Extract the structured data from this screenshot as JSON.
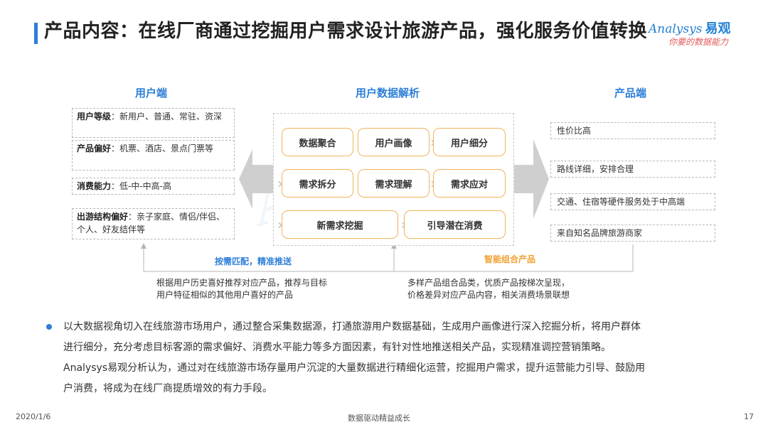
{
  "header": {
    "title": "产品内容：在线厂商通过挖掘用户需求设计旅游产品，强化服务价值转换",
    "brand": "Analysys",
    "brand_cn": "易观",
    "slogan": "你要的数据能力"
  },
  "columns": {
    "left_title": "用户端",
    "middle_title": "用户数据解析",
    "right_title": "产品端"
  },
  "user_side": [
    {
      "label": "用户等级",
      "text": "：新用户、普通、常驻、资深"
    },
    {
      "label": "产品偏好",
      "text": "：机票、酒店、景点门票等"
    },
    {
      "label": "消费能力",
      "text": "：低-中-中高-高"
    },
    {
      "label": "出游结构偏好",
      "text": "：亲子家庭、情侣/伴侣、个人、好友结伴等"
    }
  ],
  "analysis_steps": {
    "row1": [
      "数据聚合",
      "用户画像",
      "用户细分"
    ],
    "row2": [
      "需求拆分",
      "需求理解",
      "需求应对"
    ],
    "row3": [
      "新需求挖掘",
      "引导潜在消费"
    ]
  },
  "product_side": [
    "性价比高",
    "路线详细，安排合理",
    "交通、住宿等硬件服务处于中高端",
    "来自知名品牌旅游商家"
  ],
  "flows": {
    "left_label": "按需匹配，精准推送",
    "left_desc": [
      "根据用户历史喜好推荐对应产品，推荐与目标",
      "用户特征相似的其他用户喜好的产品"
    ],
    "right_label": "智能组合产品",
    "right_desc": [
      "多样产品组合品类，优质产品按梯次呈现，",
      "价格差异对应产品内容，相关消费场景联想"
    ]
  },
  "summary": {
    "lines": [
      "以大数据视角切入在线旅游市场用户，通过整合采集数据源，打通旅游用户数据基础，生成用户画像进行深入挖掘分析，将用户群体",
      "进行细分，充分考虑目标客源的需求偏好、消费水平能力等多方面因素，有针对性地推送相关产品，实现精准调控营销策略。",
      "Analysys易观分析认为，通过对在线旅游市场存量用户沉淀的大量数据进行精细化运营，挖掘用户需求，提升运营能力引导、鼓励用",
      "户消费，将成为在线厂商提质增效的有力手段。"
    ]
  },
  "footer": {
    "date": "2020/1/6",
    "center": "数据驱动精益成长",
    "page": "17"
  },
  "colors": {
    "accent_blue": "#2d7fd8",
    "accent_orange": "#f0a030",
    "pill_border": "#f2b35a"
  }
}
